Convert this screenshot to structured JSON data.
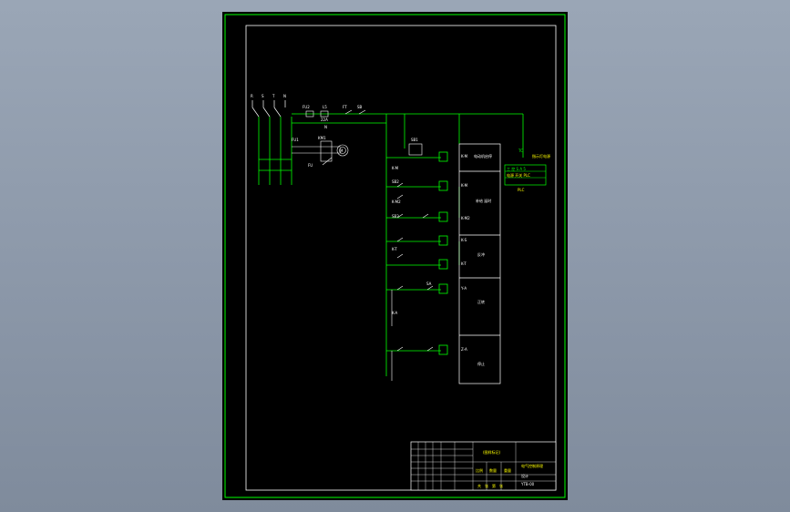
{
  "viewport": {
    "background": "#8f9bac"
  },
  "colors": {
    "sheet": "#000000",
    "border": "#00ff00",
    "wire": "#00ff00",
    "text": "#ffffff",
    "accent": "#ffff00"
  },
  "bus_labels": [
    "R",
    "S",
    "T",
    "N"
  ],
  "components": {
    "fuse_main": "FU2",
    "lamp": "L5",
    "fuse_rating": "22A",
    "thermal": "FT",
    "switch": "SB",
    "neutral": "N",
    "motor_switch": "FU1",
    "motor_relay": "KM1",
    "motor": "M",
    "motor_terminal": "FU",
    "timer": "TC"
  },
  "contacts": [
    {
      "id": "KM",
      "label": "SB1"
    },
    {
      "id": "KM-1",
      "label": "K-M"
    },
    {
      "id": "SB2",
      "label": "SB2"
    },
    {
      "id": "KM2",
      "label": "K-M2"
    },
    {
      "id": "SB3",
      "label": "SB3"
    },
    {
      "id": "KT",
      "label": "K-T"
    },
    {
      "id": "SA",
      "label": "SA"
    },
    {
      "id": "KA",
      "label": "K-A"
    }
  ],
  "function_blocks": [
    {
      "tag": "K-M",
      "label": "电动机启停"
    },
    {
      "tag": "K-M",
      "label": "补给 延时"
    },
    {
      "tag": "K-M2",
      "label": ""
    },
    {
      "tag": "K-S",
      "label": ""
    },
    {
      "tag": "K-T",
      "label": "反冲"
    },
    {
      "tag": "Y-A",
      "label": "正转"
    },
    {
      "tag": "Z-A",
      "label": "停止"
    }
  ],
  "indicator_panel": {
    "title": "指示灯电源",
    "row1": "工 控 S A 5",
    "row2": "电源 开关 PLC",
    "row3": "PLC"
  },
  "title_block": {
    "stamp": "(图样标记)",
    "drawing_title": "电气控制原理",
    "company": "设计",
    "drawing_no": "YTB-00",
    "scale_labels": [
      "比例",
      "数量",
      "重量"
    ],
    "bottom_labels": [
      "共",
      "张",
      "第",
      "张"
    ]
  }
}
